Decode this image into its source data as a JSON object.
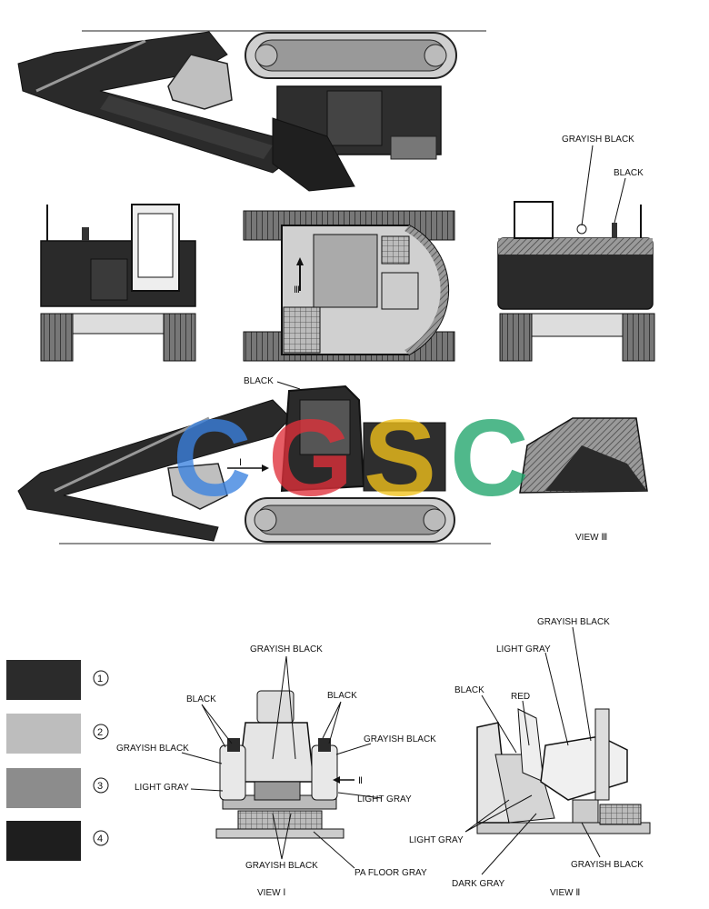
{
  "labels": {
    "top_right_grayish_black": "GRAYISH BLACK",
    "top_right_black": "BLACK",
    "mid_black": "BLACK",
    "view3": "VIEW Ⅲ",
    "arrow_3": "Ⅲ",
    "arrow_1": "Ⅰ",
    "v1_grayish_black_top": "GRAYISH BLACK",
    "v1_black_left": "BLACK",
    "v1_black_right": "BLACK",
    "v1_grayish_black_left": "GRAYISH BLACK",
    "v1_grayish_black_right": "GRAYISH BLACK",
    "v1_light_gray_left": "LIGHT GRAY",
    "v1_light_gray_right": "LIGHT GRAY",
    "v1_grayish_black_bottom": "GRAYISH BLACK",
    "v1_pa_floor_gray": "PA FLOOR GRAY",
    "v1_arrow_2": "Ⅱ",
    "view1": "VIEW Ⅰ",
    "v2_grayish_black_top": "GRAYISH BLACK",
    "v2_light_gray_top": "LIGHT GRAY",
    "v2_black": "BLACK",
    "v2_red": "RED",
    "v2_light_gray_bottom": "LIGHT GRAY",
    "v2_dark_gray": "DARK GRAY",
    "v2_grayish_black_bottom": "GRAYISH BLACK",
    "view2": "VIEW Ⅱ"
  },
  "legend": [
    {
      "number": "1",
      "color": "#2b2b2b"
    },
    {
      "number": "2",
      "color": "#bdbdbd"
    },
    {
      "number": "3",
      "color": "#8c8c8c"
    },
    {
      "number": "4",
      "color": "#1e1e1e"
    }
  ],
  "watermark": {
    "letters": [
      "C",
      "G",
      "S",
      "C"
    ],
    "colors": [
      "#3b82e0",
      "#e0303a",
      "#f2c21a",
      "#1fa56b"
    ]
  }
}
